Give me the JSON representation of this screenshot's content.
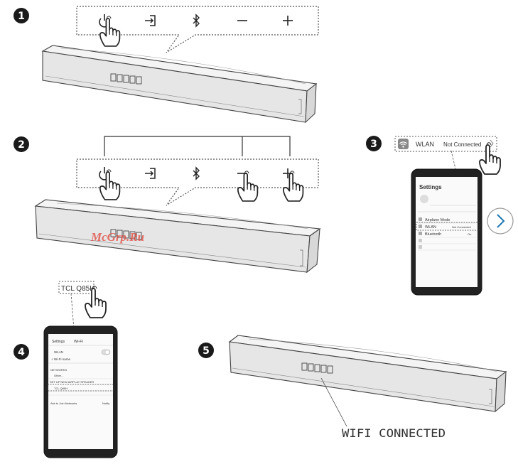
{
  "steps": [
    "1",
    "2",
    "3",
    "4",
    "5"
  ],
  "control_icons": [
    "power-icon",
    "input-icon",
    "bluetooth-icon",
    "minus-icon",
    "plus-icon"
  ],
  "wlan_popup": {
    "label": "WLAN",
    "status": "Not Connected",
    "icon": "wifi-icon"
  },
  "phone3": {
    "title": "Settings",
    "rows": [
      {
        "label": "Airplane Mode",
        "value": ""
      },
      {
        "label": "WLAN",
        "value": "Not Connected"
      },
      {
        "label": "Bluetooth",
        "value": "On"
      }
    ]
  },
  "device_tag": "TCL Q85H",
  "phone4": {
    "back": "Settings",
    "title": "Wi-Fi",
    "wlan_label": "WLAN",
    "connected_network": "Wi-Fi name",
    "section_networks": "NETWORKS",
    "other_label": "Other...",
    "setup_label": "SET UP NEW AIRPLAY SPEAKER",
    "device_entry": "TCL Q85H",
    "ask_label": "Ask to Join Networks",
    "ask_value": "Notify"
  },
  "display_text": "WIFI CONNECTED",
  "watermark": "McGrp.Ru",
  "colors": {
    "line": "#444444",
    "bar_fill": "#e6e6e6",
    "badge": "#1a1a1a",
    "watermark": "#e0453a",
    "arrow_button": "#1f77b4"
  }
}
